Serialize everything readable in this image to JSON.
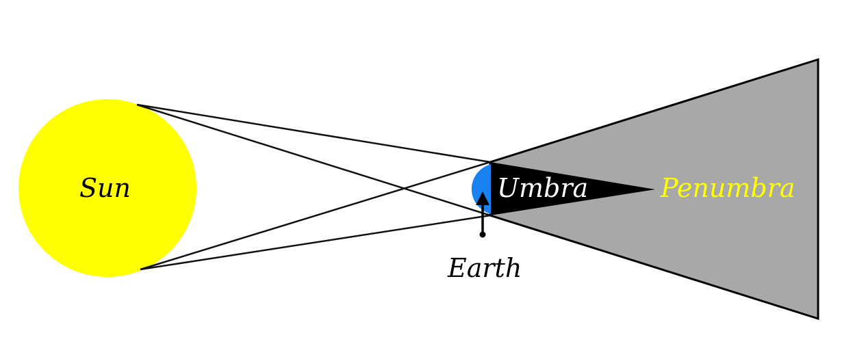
{
  "labels": {
    "sun": "Sun",
    "umbra": "Umbra",
    "penumbra": "Penumbra",
    "earth": "Earth"
  },
  "colors": {
    "sun": "#ffff00",
    "earth": "#1a82f0",
    "umbra": "#000000",
    "penumbra": "#a8a8a8",
    "penumbra_label": "#ffff00",
    "umbra_label": "#ffffff"
  }
}
